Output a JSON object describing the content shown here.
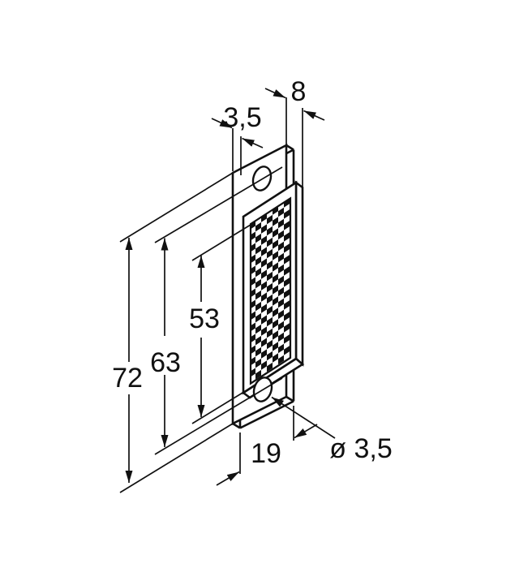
{
  "drawing": {
    "kind": "technical-dimension-drawing",
    "subject": "retroreflector with mounting plate, oblique projection",
    "labels": {
      "plate_thickness": "3,5",
      "assembly_depth": "8",
      "reflective_area_height": "53",
      "hole_spacing": "63",
      "overall_height": "72",
      "plate_width": "19",
      "hole_diameter": "ø 3,5"
    },
    "colors": {
      "line": "#111111",
      "background": "#ffffff"
    }
  }
}
